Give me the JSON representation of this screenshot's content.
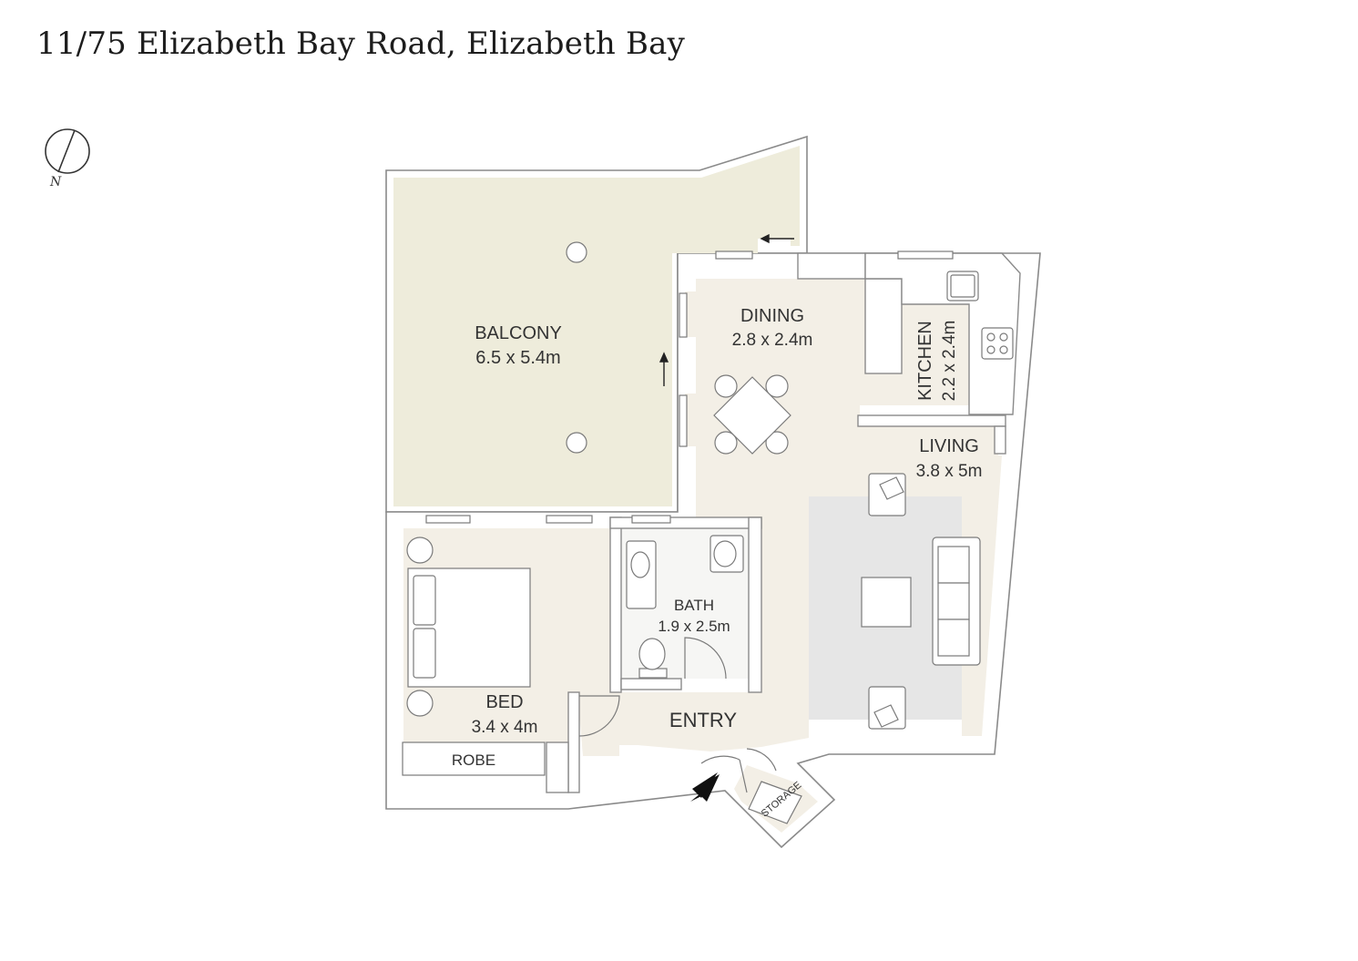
{
  "title": "11/75 Elizabeth Bay Road, Elizabeth Bay",
  "compass": {
    "label": "N"
  },
  "rooms": {
    "balcony": {
      "name": "BALCONY",
      "size": "6.5 x 5.4m"
    },
    "dining": {
      "name": "DINING",
      "size": "2.8 x 2.4m"
    },
    "kitchen": {
      "name": "KITCHEN",
      "size": "2.2 x 2.4m"
    },
    "living": {
      "name": "LIVING",
      "size": "3.8 x 5m"
    },
    "bath": {
      "name": "BATH",
      "size": "1.9 x 2.5m"
    },
    "bed": {
      "name": "BED",
      "size": "3.4 x 4m"
    },
    "entry": {
      "name": "ENTRY"
    },
    "robe": {
      "name": "ROBE"
    },
    "storage": {
      "name": "STORAGE"
    }
  },
  "colors": {
    "balcony_floor": "#eeecdb",
    "interior_floor": "#f3efe6",
    "rug": "#e6e6e6",
    "bath_floor": "#f6f6f4",
    "wall_outline": "#8a8a8a"
  }
}
